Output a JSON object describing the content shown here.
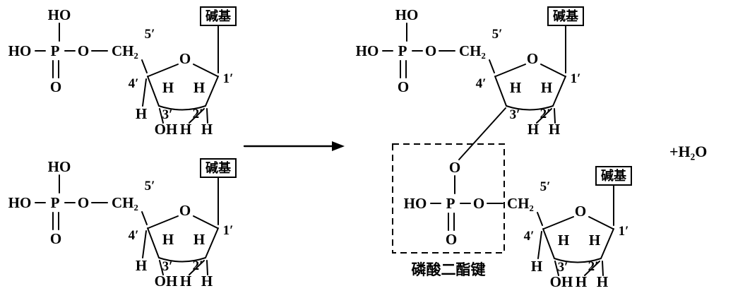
{
  "symbols": {
    "ho": "HO",
    "p": "P",
    "o": "O",
    "ch2": "CH₂",
    "oh": "OH",
    "h": "H",
    "water": "+H₂O"
  },
  "carbon_labels": {
    "c5": "5′",
    "c4": "4′",
    "c3": "3′",
    "c2": "2′",
    "c1": "1′"
  },
  "annotations": {
    "base": "碱基",
    "phosphodiester_bond": "磷酸二酯键"
  },
  "colors": {
    "ink": "#000000",
    "background": "#ffffff"
  }
}
